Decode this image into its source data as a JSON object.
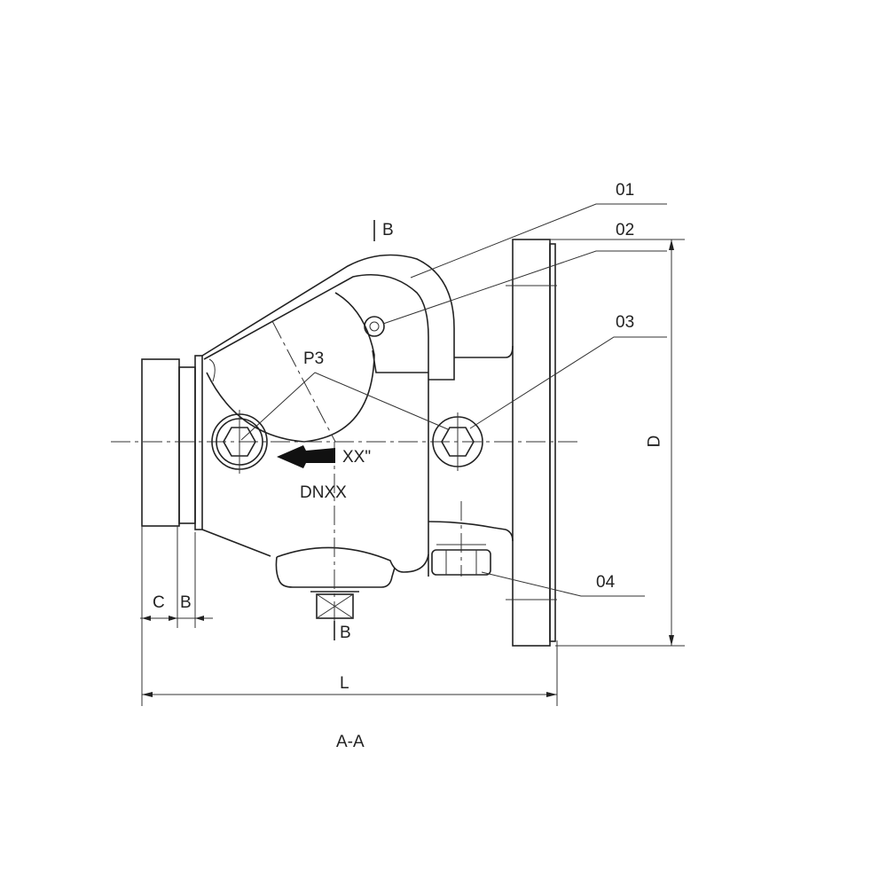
{
  "drawing": {
    "section_label": "A-A",
    "section_marks": [
      "B",
      "B"
    ],
    "inner_label": "P3",
    "size_inch": "XX\"",
    "size_dn": "DNXX",
    "dimensions": {
      "c": "C",
      "b": "B",
      "l": "L",
      "d": "D"
    },
    "callouts": [
      "01",
      "02",
      "03",
      "04"
    ]
  }
}
